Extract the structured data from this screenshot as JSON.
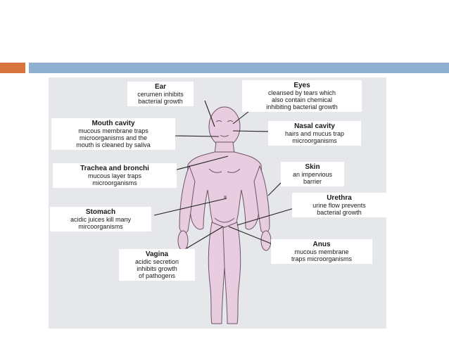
{
  "colors": {
    "accent_bar": "#d8743e",
    "main_bar": "#8fb0d0",
    "panel_bg": "#e6e7ea",
    "body_fill": "#e8cde0",
    "body_stroke": "#6e5468",
    "label_bg": "#ffffff",
    "leader_line": "#222222"
  },
  "labels": {
    "ear": {
      "title": "Ear",
      "desc": "cerumen inhibits\nbacterial growth"
    },
    "eyes": {
      "title": "Eyes",
      "desc": "cleansed by tears which\nalso contain chemical\ninhibiting bacterial growth"
    },
    "mouth": {
      "title": "Mouth cavity",
      "desc": "mucous membrane traps\nmicroorganisms and the\nmouth is cleaned by saliva"
    },
    "nasal": {
      "title": "Nasal cavity",
      "desc": "hairs and mucus trap\nmicroorganisms"
    },
    "trachea": {
      "title": "Trachea and bronchi",
      "desc": "mucous layer traps\nmicroorganisms"
    },
    "skin": {
      "title": "Skin",
      "desc": "an impervious\nbarrier"
    },
    "urethra": {
      "title": "Urethra",
      "desc": "urine flow prevents\nbacterial growth"
    },
    "stomach": {
      "title": "Stomach",
      "desc": "acidic juices kill many\nmircoorganisms"
    },
    "anus": {
      "title": "Anus",
      "desc": "mucous membrane\ntraps microorganisms"
    },
    "vagina": {
      "title": "Vagina",
      "desc": "acidic secretion\ninhibits growth\nof pathogens"
    }
  }
}
